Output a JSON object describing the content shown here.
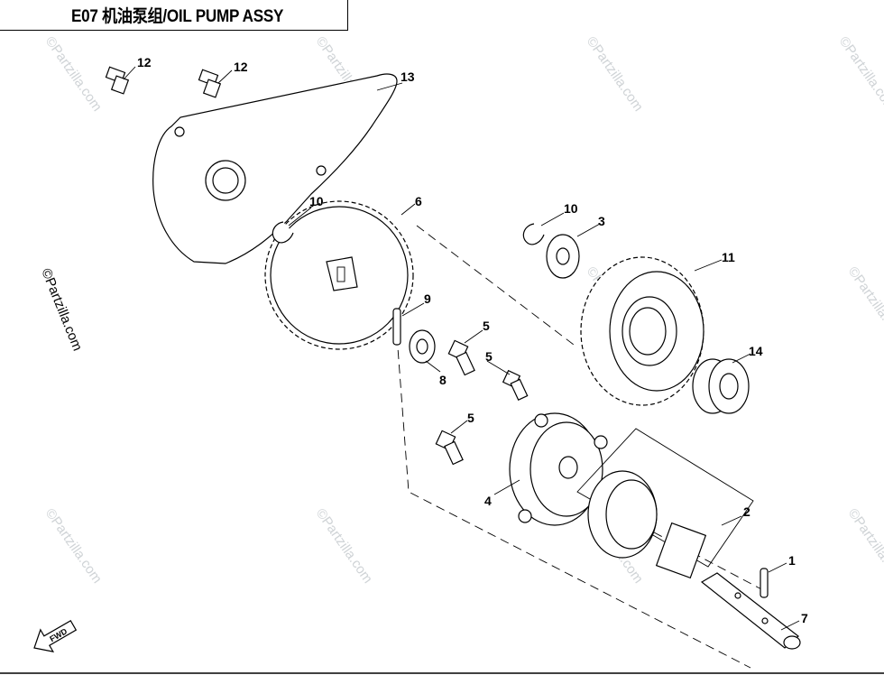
{
  "header": {
    "title": "E07 机油泵组/OIL PUMP ASSY"
  },
  "watermark": {
    "text": "©Partzilla.com"
  },
  "copyright": {
    "text": "©Partzilla.com"
  },
  "fwd_label": "FWD",
  "callouts": {
    "c1": "1",
    "c2": "2",
    "c3": "3",
    "c4": "4",
    "c5a": "5",
    "c5b": "5",
    "c5c": "5",
    "c6": "6",
    "c7": "7",
    "c8": "8",
    "c9": "9",
    "c10a": "10",
    "c10b": "10",
    "c11": "11",
    "c12a": "12",
    "c12b": "12",
    "c13": "13",
    "c14": "14"
  },
  "colors": {
    "line": "#000000",
    "watermark": "#cfd3d6",
    "background": "#ffffff"
  }
}
